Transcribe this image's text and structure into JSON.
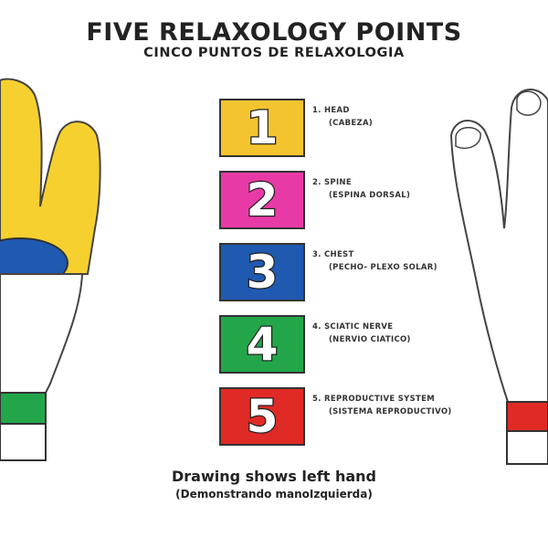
{
  "title": "FIVE RELAXOLOGY POINTS",
  "subtitle": "CINCO PUNTOS DE RELAXOLOGIA",
  "points": [
    {
      "number": "1",
      "label_en": "1. HEAD",
      "label_es": "(CABEZA)",
      "color": "#f4c430"
    },
    {
      "number": "2",
      "label_en": "2. SPINE",
      "label_es": "(ESPINA DORSAL)",
      "color": "#e83aa6"
    },
    {
      "number": "3",
      "label_en": "3. CHEST",
      "label_es": "(PECHO- PLEXO SOLAR)",
      "color": "#1f59b0"
    },
    {
      "number": "4",
      "label_en": "4. SCIATIC NERVE",
      "label_es": "(NERVIO CIATICO)",
      "color": "#23a64a"
    },
    {
      "number": "5",
      "label_en": "5. REPRODUCTIVE SYSTEM",
      "label_es": "(SISTEMA REPRODUCTIVO)",
      "color": "#e02a26"
    }
  ],
  "footer": {
    "line1": "Drawing shows left hand",
    "line2": "(Demonstrando manoIzquierda)"
  }
}
